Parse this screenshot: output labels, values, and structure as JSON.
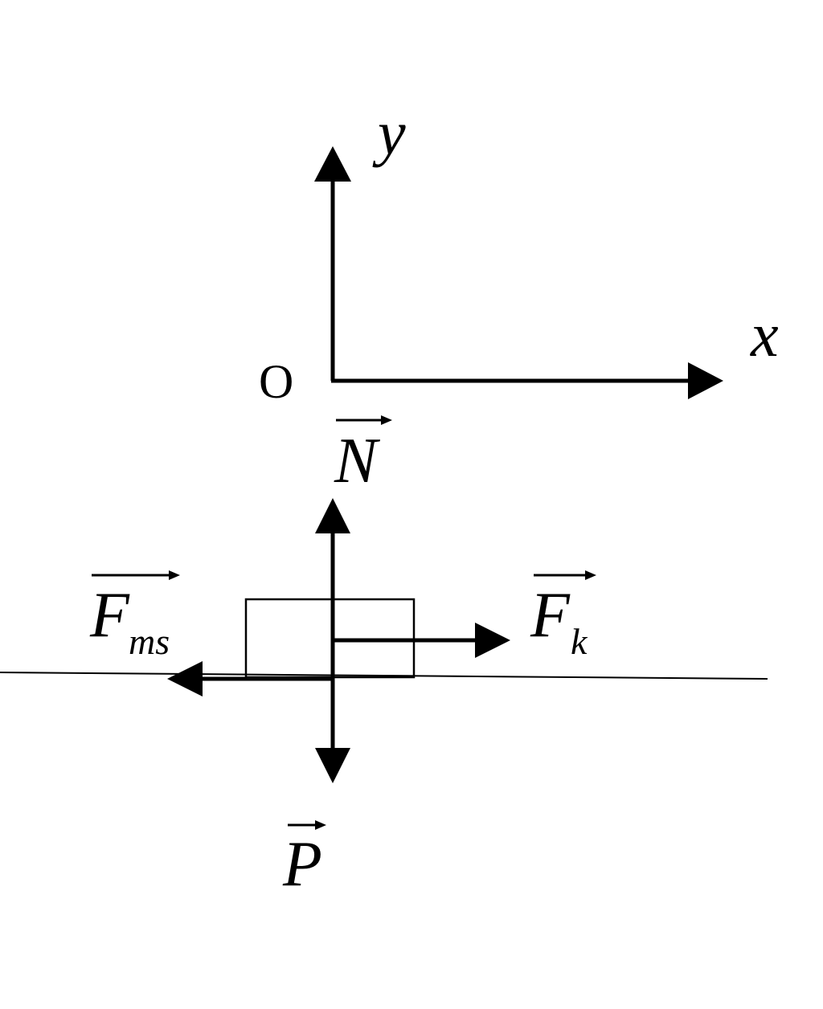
{
  "axes": {
    "x_label": "x",
    "y_label": "y",
    "origin_label": "O"
  },
  "forces": {
    "normal": {
      "symbol": "N",
      "subscript": ""
    },
    "weight": {
      "symbol": "P",
      "subscript": ""
    },
    "traction": {
      "symbol": "F",
      "subscript": "k"
    },
    "friction": {
      "symbol": "F",
      "subscript": "ms"
    }
  },
  "colors": {
    "ink": "#000000",
    "ground": "#000000",
    "background": "#ffffff"
  }
}
